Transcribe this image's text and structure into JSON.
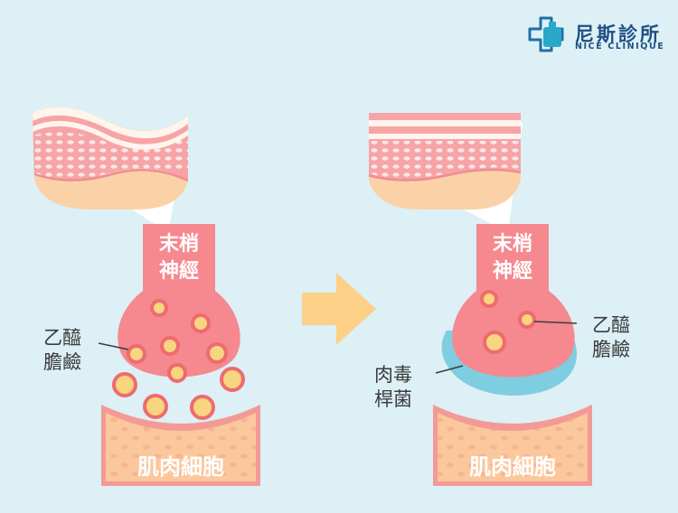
{
  "brand": {
    "name_cn": "尼斯診所",
    "name_en": "NICE CLINIQUE"
  },
  "labels": {
    "nerve_line1": "末梢",
    "nerve_line2": "神經",
    "acetylcholine_line1": "乙醯",
    "acetylcholine_line2": "膽鹼",
    "botox_line1": "肉毒",
    "botox_line2": "桿菌",
    "muscle_cell": "肌肉細胞"
  },
  "icons": {
    "logo": "medical-cross-icon",
    "arrow": "right-arrow-icon"
  },
  "colors": {
    "background": "#dcf0f6",
    "nerve": "#f6888f",
    "muscle": "#fbc89d",
    "vesicle": "#f8d67f",
    "botox": "#7ecde0",
    "arrow": "#fdd087",
    "brand": "#1f4f82"
  }
}
